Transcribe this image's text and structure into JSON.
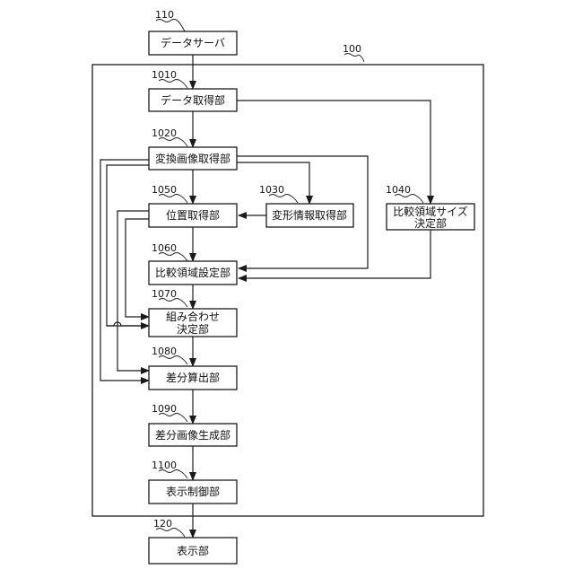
{
  "refs": {
    "r110": "110",
    "r100": "100",
    "r1010": "1010",
    "r1020": "1020",
    "r1030": "1030",
    "r1040": "1040",
    "r1050": "1050",
    "r1060": "1060",
    "r1070": "1070",
    "r1080": "1080",
    "r1090": "1090",
    "r1100": "1100",
    "r120": "120"
  },
  "blocks": {
    "data_server": "データサーバ",
    "data_acquisition": "データ取得部",
    "transformed_image_acquisition": "変換画像取得部",
    "deformation_info_acquisition": "変形情報取得部",
    "position_acquisition": "位置取得部",
    "comparison_region_size_line1": "比較領域サイズ",
    "comparison_region_size_line2": "決定部",
    "comparison_region_setting": "比較領域設定部",
    "combination_line1": "組み合わせ",
    "combination_line2": "決定部",
    "difference_calculation": "差分算出部",
    "difference_image_generation": "差分画像生成部",
    "display_control": "表示制御部",
    "display": "表示部"
  }
}
